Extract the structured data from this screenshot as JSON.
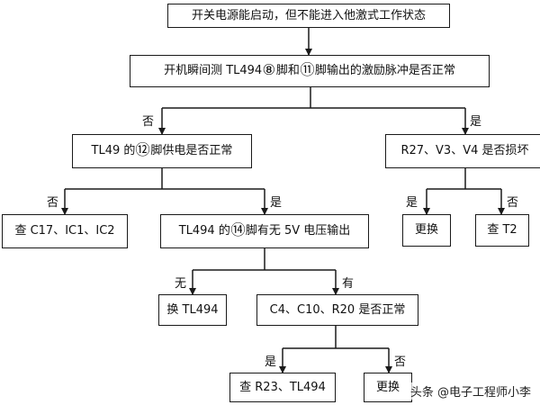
{
  "nodes": {
    "n1": {
      "text": "开关电源能启动，但不能进入他激式工作状态"
    },
    "n2": {
      "p1": "开机瞬间测 TL494",
      "c1": "⑧",
      "p2": "脚和",
      "c2": "⑪",
      "p3": "脚输出的激励脉冲是否正常"
    },
    "n3": {
      "p1": "TL49 的",
      "c1": "⑫",
      "p2": "脚供电是否正常"
    },
    "n4": {
      "text": "R27、V3、V4 是否损坏"
    },
    "n5": {
      "text": "查 C17、IC1、IC2"
    },
    "n6": {
      "p1": "TL494 的",
      "c1": "⑭",
      "p2": "脚有无 5V 电压输出"
    },
    "n7": {
      "text": "更换"
    },
    "n8": {
      "text": "查 T2"
    },
    "n9": {
      "text": "换 TL494"
    },
    "n10": {
      "text": "C4、C10、R20 是否正常"
    },
    "n11": {
      "text": "查 R23、TL494"
    },
    "n12": {
      "text": "更换"
    }
  },
  "edge_labels": {
    "no1": "否",
    "yes1": "是",
    "no2": "否",
    "yes2": "是",
    "yes3": "是",
    "no3": "否",
    "none4": "无",
    "has4": "有",
    "yes5": "是",
    "no5": "否"
  },
  "watermark": "头条 @电子工程师小李"
}
